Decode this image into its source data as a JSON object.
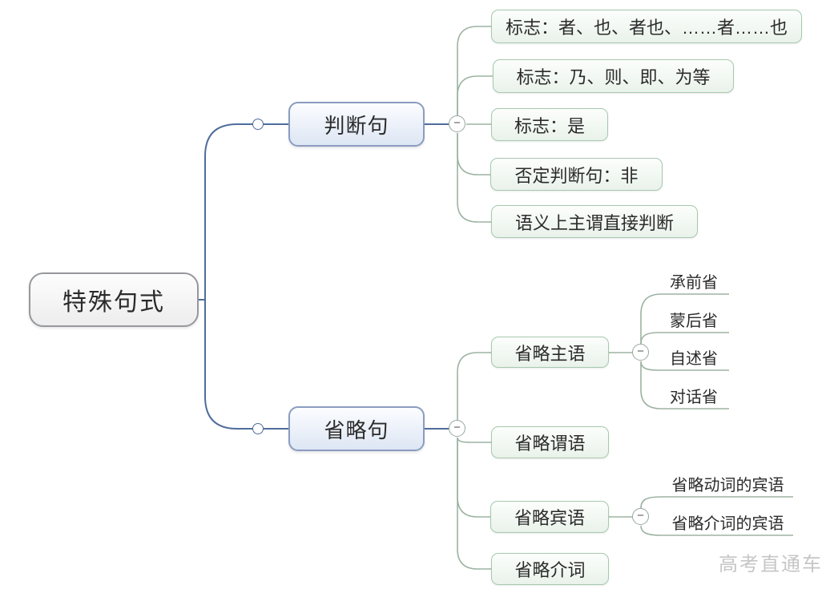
{
  "root": {
    "label": "特殊句式"
  },
  "branches": [
    {
      "label": "判断句",
      "collapse_icon": "−",
      "children": [
        {
          "label": "标志：者、也、者也、……者……也"
        },
        {
          "label": "标志：乃、则、即、为等"
        },
        {
          "label": "标志：是"
        },
        {
          "label": "否定判断句：非"
        },
        {
          "label": "语义上主谓直接判断"
        }
      ]
    },
    {
      "label": "省略句",
      "collapse_icon": "−",
      "children": [
        {
          "label": "省略主语",
          "collapse_icon": "−",
          "children": [
            {
              "label": "承前省"
            },
            {
              "label": "蒙后省"
            },
            {
              "label": "自述省"
            },
            {
              "label": "对话省"
            }
          ]
        },
        {
          "label": "省略谓语"
        },
        {
          "label": "省略宾语",
          "collapse_icon": "−",
          "children": [
            {
              "label": "省略动词的宾语"
            },
            {
              "label": "省略介词的宾语"
            }
          ]
        },
        {
          "label": "省略介词"
        }
      ]
    }
  ],
  "watermark": "高考直通车",
  "colors": {
    "main_connector": "#4f6d9b",
    "sub_connector": "#9db3a2",
    "root_border": "#96989c",
    "branch_border": "#8b9cc0",
    "leaf_border": "#a6c9ae",
    "watermark_text": "#c6c6c6"
  }
}
